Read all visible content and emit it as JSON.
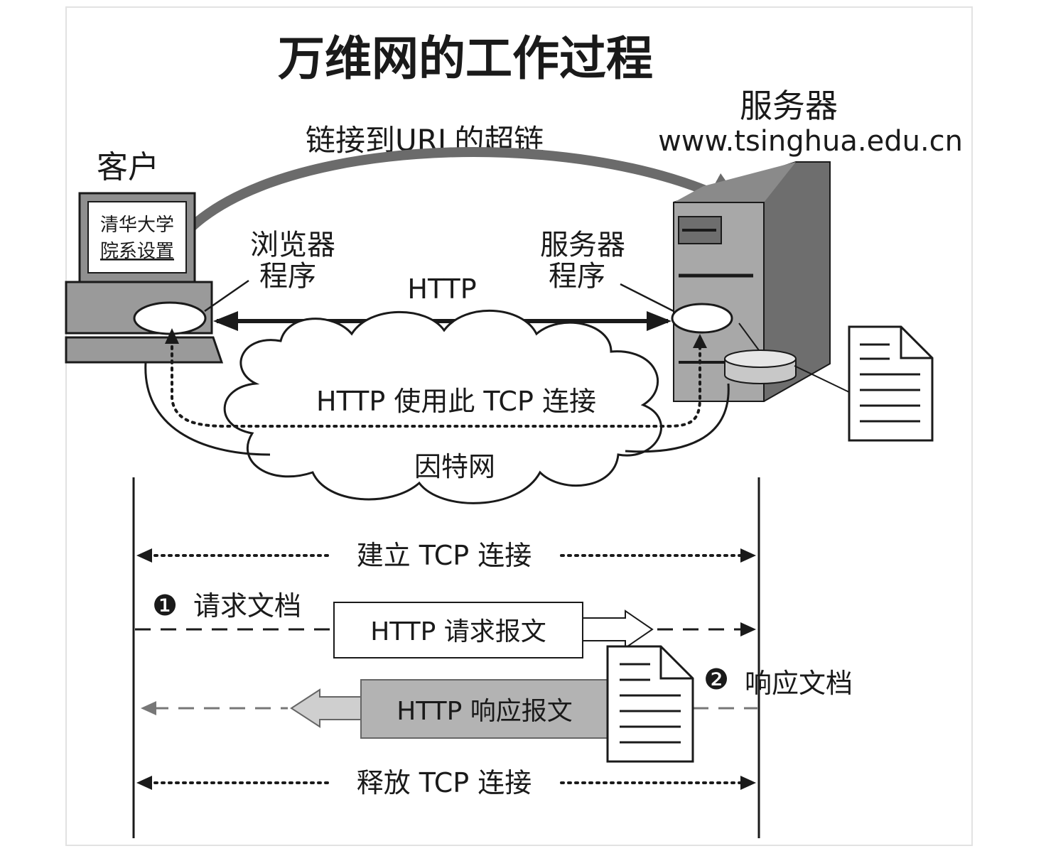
{
  "title": "万维网的工作过程",
  "top": {
    "client_label": "客户",
    "server_label": "服务器",
    "hyperlink_label": "链接到URL的超链",
    "url": "www.tsinghua.edu.cn",
    "screen_line1": "清华大学",
    "screen_line2": "院系设置",
    "browser_label_line1": "浏览器",
    "browser_label_line2": "程序",
    "server_prog_line1": "服务器",
    "server_prog_line2": "程序",
    "protocol": "HTTP",
    "tcp_usage": "HTTP 使用此 TCP 连接",
    "internet": "因特网"
  },
  "sequence": {
    "establish": "建立 TCP 连接",
    "step1_num": "❶",
    "step1_label": "请求文档",
    "request_msg": "HTTP 请求报文",
    "step2_num": "❷",
    "step2_label": "响应文档",
    "response_msg": "HTTP 响应报文",
    "release": "释放 TCP 连接"
  },
  "colors": {
    "ink": "#1a1a1a",
    "gray_fill": "#9a9a9a",
    "light_gray": "#cfcfcf",
    "server_front": "#a8a8a8",
    "server_side": "#6e6e6e"
  }
}
